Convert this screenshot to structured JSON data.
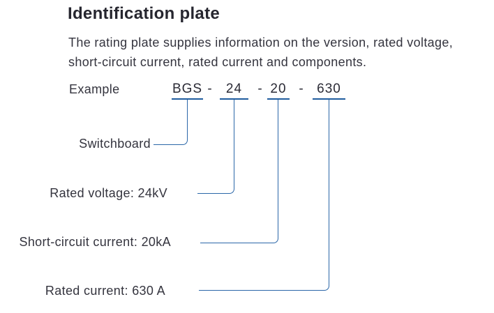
{
  "title": "Identification plate",
  "intro": {
    "lines": [
      "The rating plate supplies information on the version, rated voltage,",
      "short-circuit current, rated current and components."
    ]
  },
  "example": {
    "label": "Example",
    "code_segments": [
      "BGS",
      "24",
      "20",
      "630"
    ],
    "separator": "-"
  },
  "callouts": [
    {
      "label": "Switchboard"
    },
    {
      "label": "Rated voltage: 24kV"
    },
    {
      "label": "Short-circuit current: 20kA"
    },
    {
      "label": "Rated current: 630 A"
    }
  ],
  "colors": {
    "line_blue": "#1f5c9e",
    "connector_blue": "#2a66a8",
    "text_dark": "#2e2e38",
    "background": "#ffffff"
  }
}
